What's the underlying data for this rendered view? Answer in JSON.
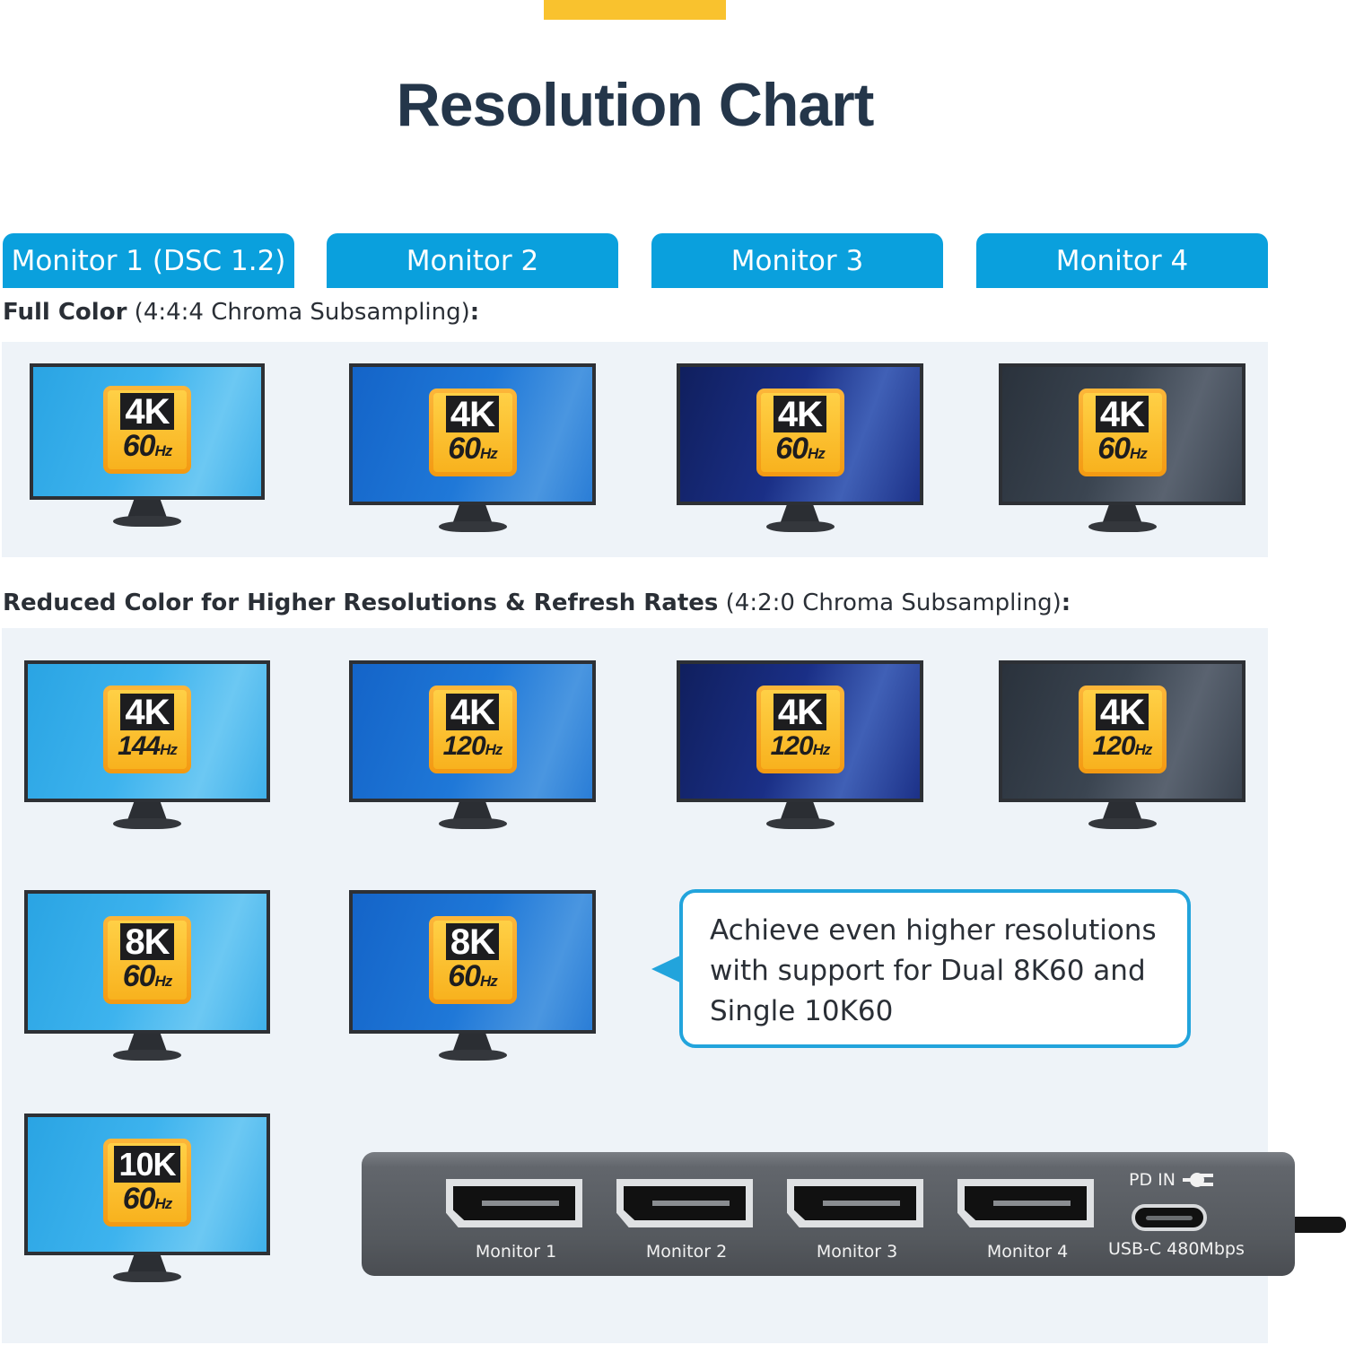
{
  "title": "Resolution Chart",
  "tabs": [
    {
      "label": "Monitor 1 (DSC 1.2)"
    },
    {
      "label": "Monitor 2"
    },
    {
      "label": "Monitor 3"
    },
    {
      "label": "Monitor 4"
    }
  ],
  "full_color": {
    "bold": "Full Color",
    "rest": " (4:4:4 Chroma Subsampling)",
    "colon": ":",
    "monitors": [
      {
        "res": "4K",
        "hz": "60",
        "unit": "Hz",
        "screen": "light"
      },
      {
        "res": "4K",
        "hz": "60",
        "unit": "Hz",
        "screen": "mid"
      },
      {
        "res": "4K",
        "hz": "60",
        "unit": "Hz",
        "screen": "dark"
      },
      {
        "res": "4K",
        "hz": "60",
        "unit": "Hz",
        "screen": "gray"
      }
    ]
  },
  "reduced_color": {
    "bold": "Reduced Color for Higher Resolutions & Refresh Rates",
    "rest": "  (4:2:0 Chroma Subsampling)",
    "colon": ":",
    "monitors": [
      {
        "res": "4K",
        "hz": "144",
        "unit": "Hz",
        "screen": "light"
      },
      {
        "res": "4K",
        "hz": "120",
        "unit": "Hz",
        "screen": "mid"
      },
      {
        "res": "4K",
        "hz": "120",
        "unit": "Hz",
        "screen": "dark"
      },
      {
        "res": "4K",
        "hz": "120",
        "unit": "Hz",
        "screen": "gray"
      },
      {
        "res": "8K",
        "hz": "60",
        "unit": "Hz",
        "screen": "light"
      },
      {
        "res": "8K",
        "hz": "60",
        "unit": "Hz",
        "screen": "mid"
      },
      {
        "res": "10K",
        "hz": "60",
        "unit": "Hz",
        "screen": "light"
      }
    ]
  },
  "callout": {
    "lines": [
      "Achieve even higher resolutions",
      "with support for Dual 8K60 and",
      "Single 10K60"
    ]
  },
  "hub": {
    "ports": [
      {
        "label": "Monitor 1"
      },
      {
        "label": "Monitor 2"
      },
      {
        "label": "Monitor 3"
      },
      {
        "label": "Monitor 4"
      }
    ],
    "pd_label": "PD IN",
    "usb_label": "USB-C 480Mbps"
  },
  "colors": {
    "accent": "#f9c22e",
    "tab_blue": "#0aa0dd",
    "title": "#24364a",
    "panel": "#eef3f8",
    "callout_border": "#22a4dc",
    "badge": "#f8b21e"
  }
}
